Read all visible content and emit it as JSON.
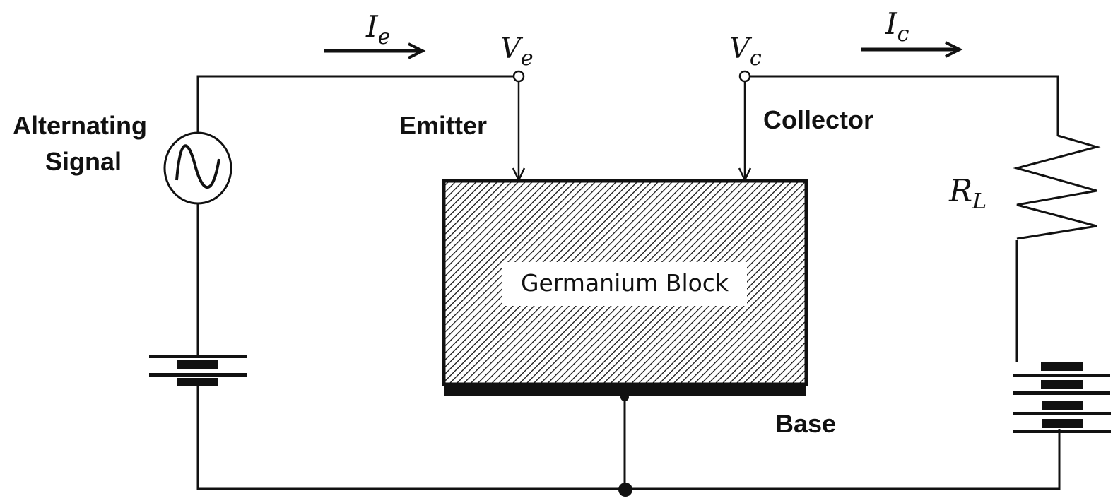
{
  "diagram": {
    "type": "circuit",
    "description": "Point-contact transistor circuit on a germanium block",
    "colors": {
      "ink": "#111111",
      "background": "#ffffff"
    },
    "labels": {
      "source": [
        "Alternating",
        "Signal"
      ],
      "emitter": "Emitter",
      "collector": "Collector",
      "base": "Base",
      "block": "Germanium Block"
    },
    "symbols": {
      "emitter_current": {
        "main": "I",
        "sub": "e"
      },
      "emitter_voltage": {
        "main": "V",
        "sub": "e"
      },
      "collector_voltage": {
        "main": "V",
        "sub": "c"
      },
      "collector_current": {
        "main": "I",
        "sub": "c"
      },
      "load_resistor": {
        "main": "R",
        "sub": "L"
      }
    },
    "components": [
      {
        "id": "ac-source",
        "kind": "ac-voltage-source",
        "label": "Alternating Signal"
      },
      {
        "id": "emitter-battery",
        "kind": "battery",
        "cells": 2
      },
      {
        "id": "collector-battery",
        "kind": "battery",
        "cells": 4
      },
      {
        "id": "load-resistor",
        "kind": "resistor",
        "label": "R_L"
      },
      {
        "id": "germanium-block",
        "kind": "semiconductor-block",
        "label": "Germanium Block"
      }
    ]
  }
}
